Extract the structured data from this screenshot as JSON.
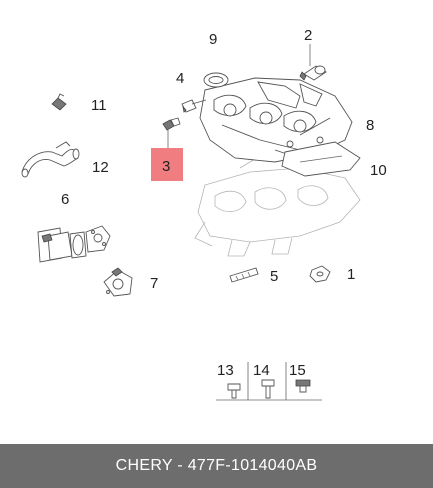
{
  "footer": {
    "text": "CHERY - 477F-1014040AB"
  },
  "highlight": {
    "part": "3",
    "color": "#f07d80"
  },
  "callouts": {
    "p1": "1",
    "p2": "2",
    "p3": "3",
    "p4": "4",
    "p5": "5",
    "p6": "6",
    "p7": "7",
    "p8": "8",
    "p9": "9",
    "p10": "10",
    "p11": "11",
    "p12": "12",
    "p13": "13",
    "p14": "14",
    "p15": "15"
  }
}
